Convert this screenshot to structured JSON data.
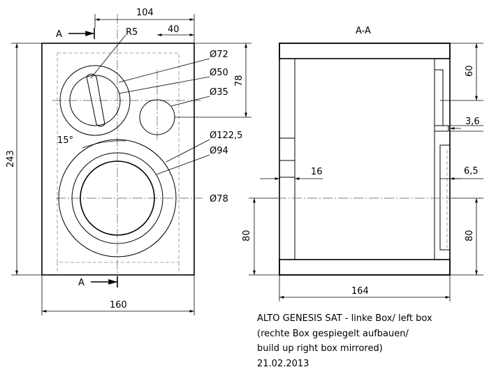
{
  "front_view": {
    "section_marker": "A",
    "dims": {
      "width": "160",
      "height": "243",
      "offset_104": "104",
      "offset_40": "40",
      "offset_78": "78",
      "radius": "R5",
      "angle": "15°",
      "d72": "Ø72",
      "d50": "Ø50",
      "d35": "Ø35",
      "d122": "Ø122,5",
      "d94": "Ø94",
      "d78": "Ø78"
    }
  },
  "section_view": {
    "title": "A-A",
    "dims": {
      "width": "164",
      "wall": "16",
      "top_60": "60",
      "gap_36": "3,6",
      "depth_65": "6,5",
      "bottom_80_left": "80",
      "bottom_80_right": "80"
    }
  },
  "notes": {
    "line1": "ALTO GENESIS SAT - linke Box/ left box",
    "line2": "(rechte Box gespiegelt aufbauen/",
    "line3": "build up right box mirrored)",
    "line4": "21.02.2013"
  }
}
